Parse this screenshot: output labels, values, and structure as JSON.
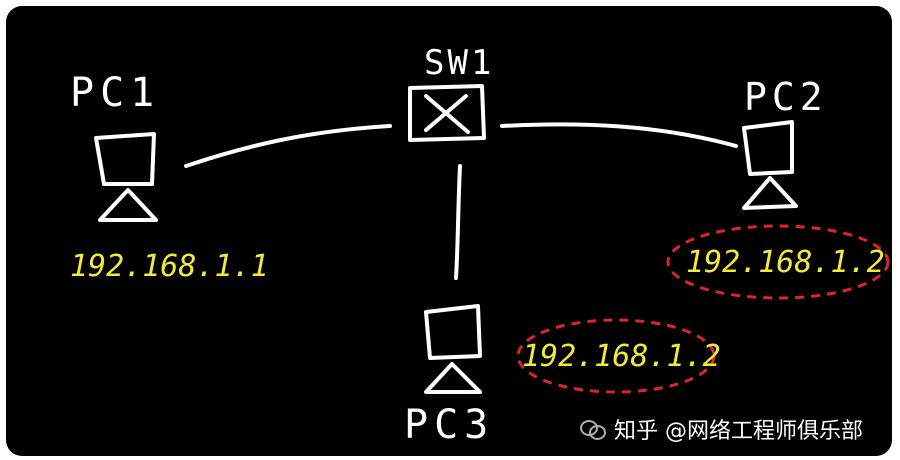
{
  "diagram": {
    "switch": {
      "label": "SW1",
      "icon": "switch-icon"
    },
    "pcs": [
      {
        "label": "PC1",
        "ip": "192.168.1.1",
        "highlighted": false,
        "icon": "computer-icon"
      },
      {
        "label": "PC2",
        "ip": "192.168.1.2",
        "highlighted": true,
        "icon": "computer-icon"
      },
      {
        "label": "PC3",
        "ip": "192.168.1.2",
        "highlighted": true,
        "icon": "computer-icon"
      }
    ],
    "links": [
      {
        "from": "SW1",
        "to": "PC1"
      },
      {
        "from": "SW1",
        "to": "PC2"
      },
      {
        "from": "SW1",
        "to": "PC3"
      }
    ]
  },
  "watermark": {
    "text": "知乎 @网络工程师俱乐部",
    "icon": "wechat-icon"
  },
  "colors": {
    "background": "#000000",
    "strokes": "#ffffff",
    "ip_text": "#f2ea3a",
    "highlight_circle": "#d9252b"
  }
}
